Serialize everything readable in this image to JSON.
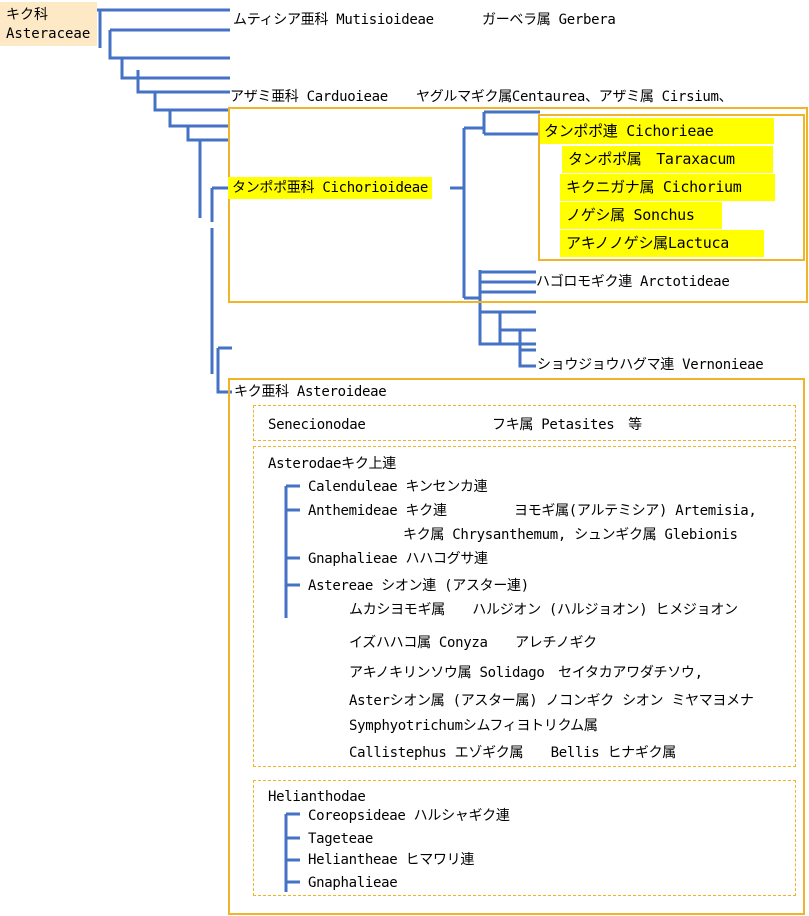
{
  "root": {
    "line1": "キク科",
    "line2": "Asteraceae"
  },
  "top_labels": {
    "mutisioideae": "ムティシア亜科 Mutisioideae",
    "gerbera": "ガーベラ属 Gerbera",
    "carduoideae": "アザミ亜科 Carduoieae",
    "carduoideae_genera": "ヤグルマギク属Centaurea、アザミ属 Cirsium、"
  },
  "cichorioideae": {
    "subfamily": "タンポポ亜科 Cichorioideae",
    "tribe": "タンポポ連 Cichorieae",
    "genera": [
      "タンポポ属　Taraxacum",
      "キクニガナ属 Cichorium",
      "ノゲシ属 Sonchus",
      "アキノノゲシ属Lactuca"
    ],
    "arctotideae": "ハゴロモギク連 Arctotideae",
    "vernonieae": "ショウジョウハグマ連 Vernonieae"
  },
  "asteroideae": {
    "subfamily": "キク亜科 Asteroideae",
    "senecionodae": {
      "name": "Senecionodae",
      "genera": "フキ属 Petasites　等"
    },
    "asterodae": {
      "name": "Asterodaeキク上連",
      "calenduleae": "Calenduleae キンセンカ連",
      "anthemideae": "Anthemideae キク連",
      "anthemideae_genera1": "ヨモギ属(アルテミシア) Artemisia,",
      "anthemideae_genera2": "キク属 Chrysanthemum, シュンギク属 Glebionis",
      "gnaphalieae": "Gnaphalieae ハハコグサ連",
      "astereae": "Astereae シオン連 (アスター連)",
      "astereae_rows": [
        "ムカシヨモギ属　　ハルジオン (ハルジョオン) ヒメジョオン",
        "イズハハコ属 Conyza　　アレチノギク",
        "アキノキリンソウ属 Solidago　セイタカアワダチソウ,",
        "Asterシオン属 (アスター属) ノコンギク シオン ミヤマヨメナ",
        "Symphyotrichumシムフィヨトリクム属",
        "Callistephus エゾギク属　　Bellis ヒナギク属"
      ]
    },
    "helianthodae": {
      "name": "Helianthodae",
      "tribes": [
        "Coreopsideae ハルシャギク連",
        "Tageteae",
        "Heliantheae ヒマワリ連",
        "Gnaphalieae"
      ]
    }
  },
  "colors": {
    "tree_line": "#4472c4",
    "highlight": "#ffff00",
    "box_border": "#f0b429",
    "root_bg": "#fde9c5"
  }
}
